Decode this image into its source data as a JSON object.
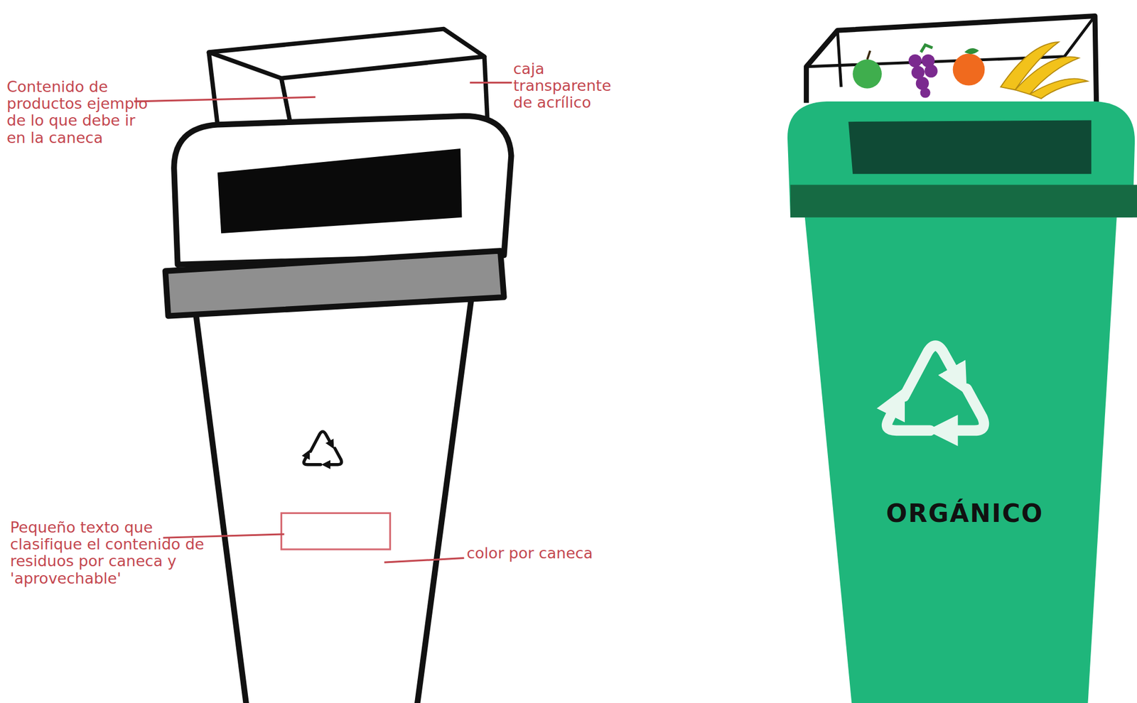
{
  "diagram": {
    "nodes": [
      {
        "text": [
          "ORGÁNICO"
        ]
      }
    ],
    "labels": [
      "Contenido de productos ejemplo de lo que debe ir en la caneca",
      "caja transparente de acrílico",
      "Pequeño texto que clasifique el contenido de residuos por caneca y 'aprovechable'",
      "color por caneca"
    ]
  }
}
